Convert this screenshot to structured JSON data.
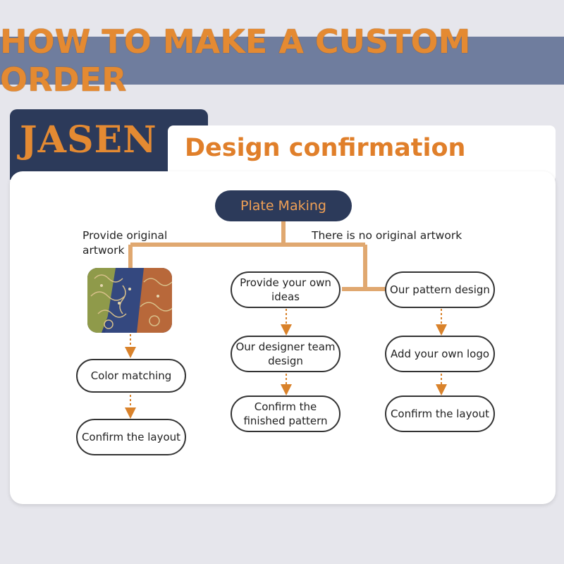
{
  "banner": {
    "title": "HOW TO MAKE A CUSTOM ORDER"
  },
  "brand": {
    "name": "JASEN"
  },
  "section": {
    "title": "Design confirmation"
  },
  "flow": {
    "root": "Plate Making",
    "left_note": "Provide original artwork",
    "right_note": "There is no original artwork",
    "left_steps": [
      "Color matching",
      "Confirm the layout"
    ],
    "middle_steps": [
      "Provide your own ideas",
      "Our designer team design",
      "Confirm the finished pattern"
    ],
    "right_steps": [
      "Our pattern design",
      "Add your own logo",
      "Confirm the layout"
    ]
  },
  "colors": {
    "accent": "#e48a32",
    "navy": "#2c3a5a",
    "banner": "#6f7d9e",
    "connector": "#e0a870"
  },
  "icons": {
    "sample": "paisley-fabric-image"
  }
}
